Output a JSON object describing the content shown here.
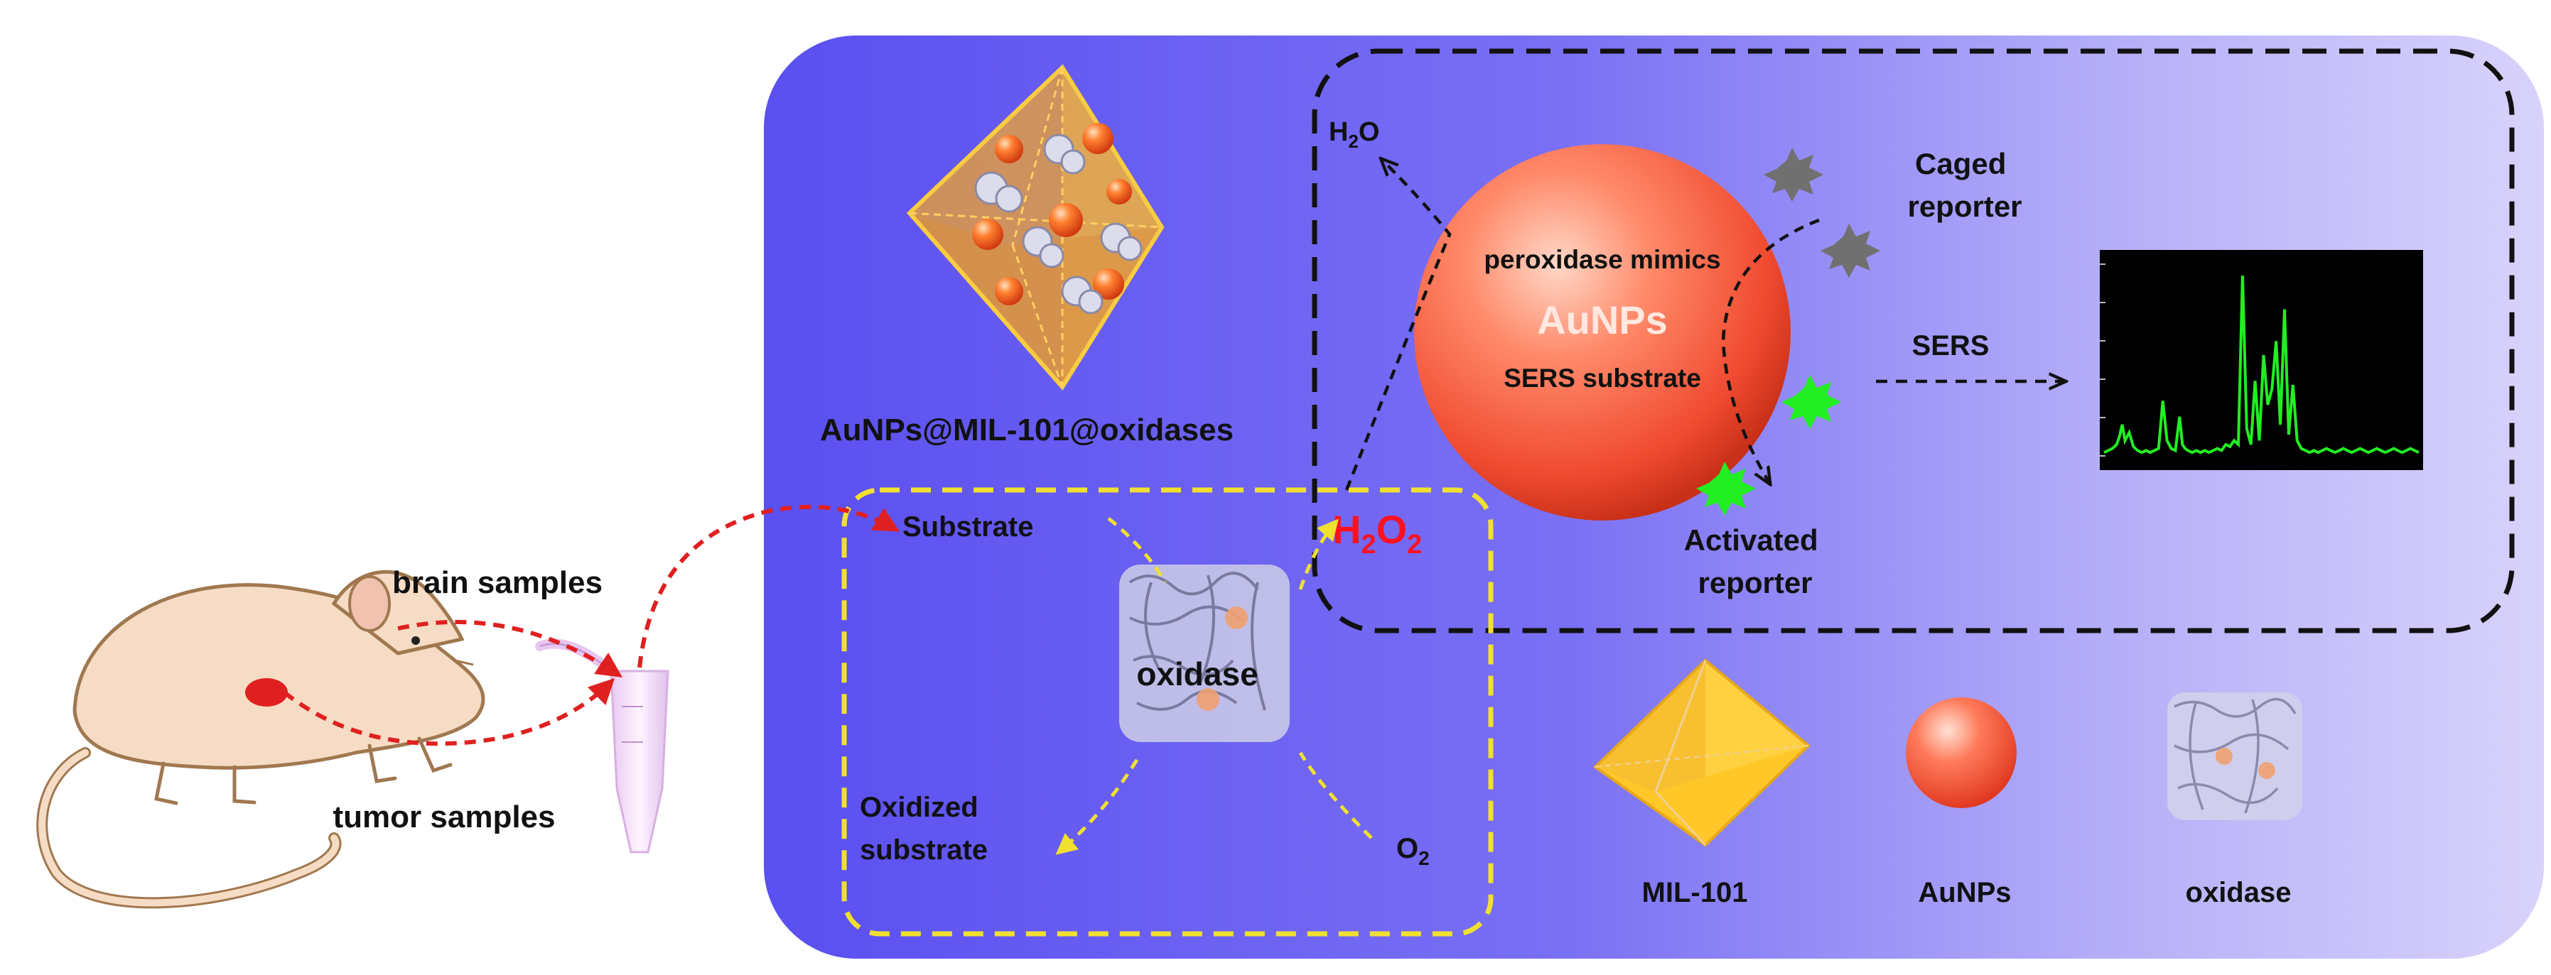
{
  "left_panel": {
    "brain_label": "brain samples",
    "tumor_label": "tumor samples"
  },
  "main_panel": {
    "composite_label": "AuNPs@MIL-101@oxidases",
    "oxidase_cycle": {
      "substrate": "Substrate",
      "enzyme": "oxidase",
      "oxidized_substrate_line1": "Oxidized",
      "oxidized_substrate_line2": "substrate",
      "o2_main": "O",
      "o2_sub": "2",
      "h2o2_h": "H",
      "h2o2_sub1": "2",
      "h2o2_o": "O",
      "h2o2_sub2": "2"
    },
    "aunp_cycle": {
      "water_h": "H",
      "water_sub": "2",
      "water_o": "O",
      "peroxidase": "peroxidase mimics",
      "aunps": "AuNPs",
      "sers_substrate": "SERS substrate",
      "caged_line1": "Caged",
      "caged_line2": "reporter",
      "activated_line1": "Activated",
      "activated_line2": "reporter",
      "sers_arrow_label": "SERS"
    },
    "legend": {
      "mil101": "MIL-101",
      "aunps": "AuNPs",
      "oxidase": "oxidase"
    }
  },
  "colors": {
    "panel_left": "#5a4ff0",
    "panel_right": "#d8d3fb",
    "sample_arrow": "#e02020",
    "cycle_arrow": "#f0e030",
    "h2o2": "#ff1020",
    "spectrum": "#22ee22",
    "spectrum_bg": "#000000",
    "mof_gold": "#ffc020",
    "aunp": "#ff5a3a"
  },
  "chart_data": {
    "type": "line",
    "title": "",
    "xlabel": "",
    "ylabel": "",
    "x": [
      0,
      6,
      12,
      18,
      22,
      26,
      30,
      36,
      42,
      48,
      54,
      60,
      66,
      72,
      78,
      84,
      90,
      96,
      102,
      108,
      112,
      116,
      120,
      126,
      132,
      138,
      144,
      150,
      156,
      162,
      168,
      174,
      180,
      186,
      192,
      198,
      204,
      210,
      216,
      222,
      228,
      234,
      240,
      246,
      252,
      258,
      264,
      270,
      276,
      282,
      288,
      294,
      300,
      306,
      312,
      318,
      324,
      330,
      336,
      342,
      348,
      354,
      360,
      366,
      372,
      378,
      384,
      390,
      396,
      402,
      408,
      414,
      420,
      426,
      432,
      438,
      444,
      450
    ],
    "series": [
      {
        "name": "",
        "values": [
          0.06,
          0.07,
          0.08,
          0.1,
          0.14,
          0.2,
          0.12,
          0.16,
          0.09,
          0.07,
          0.06,
          0.07,
          0.06,
          0.07,
          0.08,
          0.32,
          0.12,
          0.08,
          0.07,
          0.24,
          0.1,
          0.08,
          0.07,
          0.06,
          0.07,
          0.06,
          0.07,
          0.06,
          0.07,
          0.08,
          0.07,
          0.1,
          0.09,
          0.12,
          0.1,
          0.95,
          0.18,
          0.1,
          0.42,
          0.12,
          0.55,
          0.3,
          0.38,
          0.62,
          0.2,
          0.78,
          0.15,
          0.4,
          0.12,
          0.08,
          0.07,
          0.06,
          0.07,
          0.06,
          0.07,
          0.08,
          0.07,
          0.06,
          0.07,
          0.08,
          0.07,
          0.06,
          0.07,
          0.08,
          0.07,
          0.06,
          0.07,
          0.08,
          0.07,
          0.06,
          0.07,
          0.08,
          0.07,
          0.06,
          0.07,
          0.08,
          0.07,
          0.06
        ]
      }
    ]
  }
}
